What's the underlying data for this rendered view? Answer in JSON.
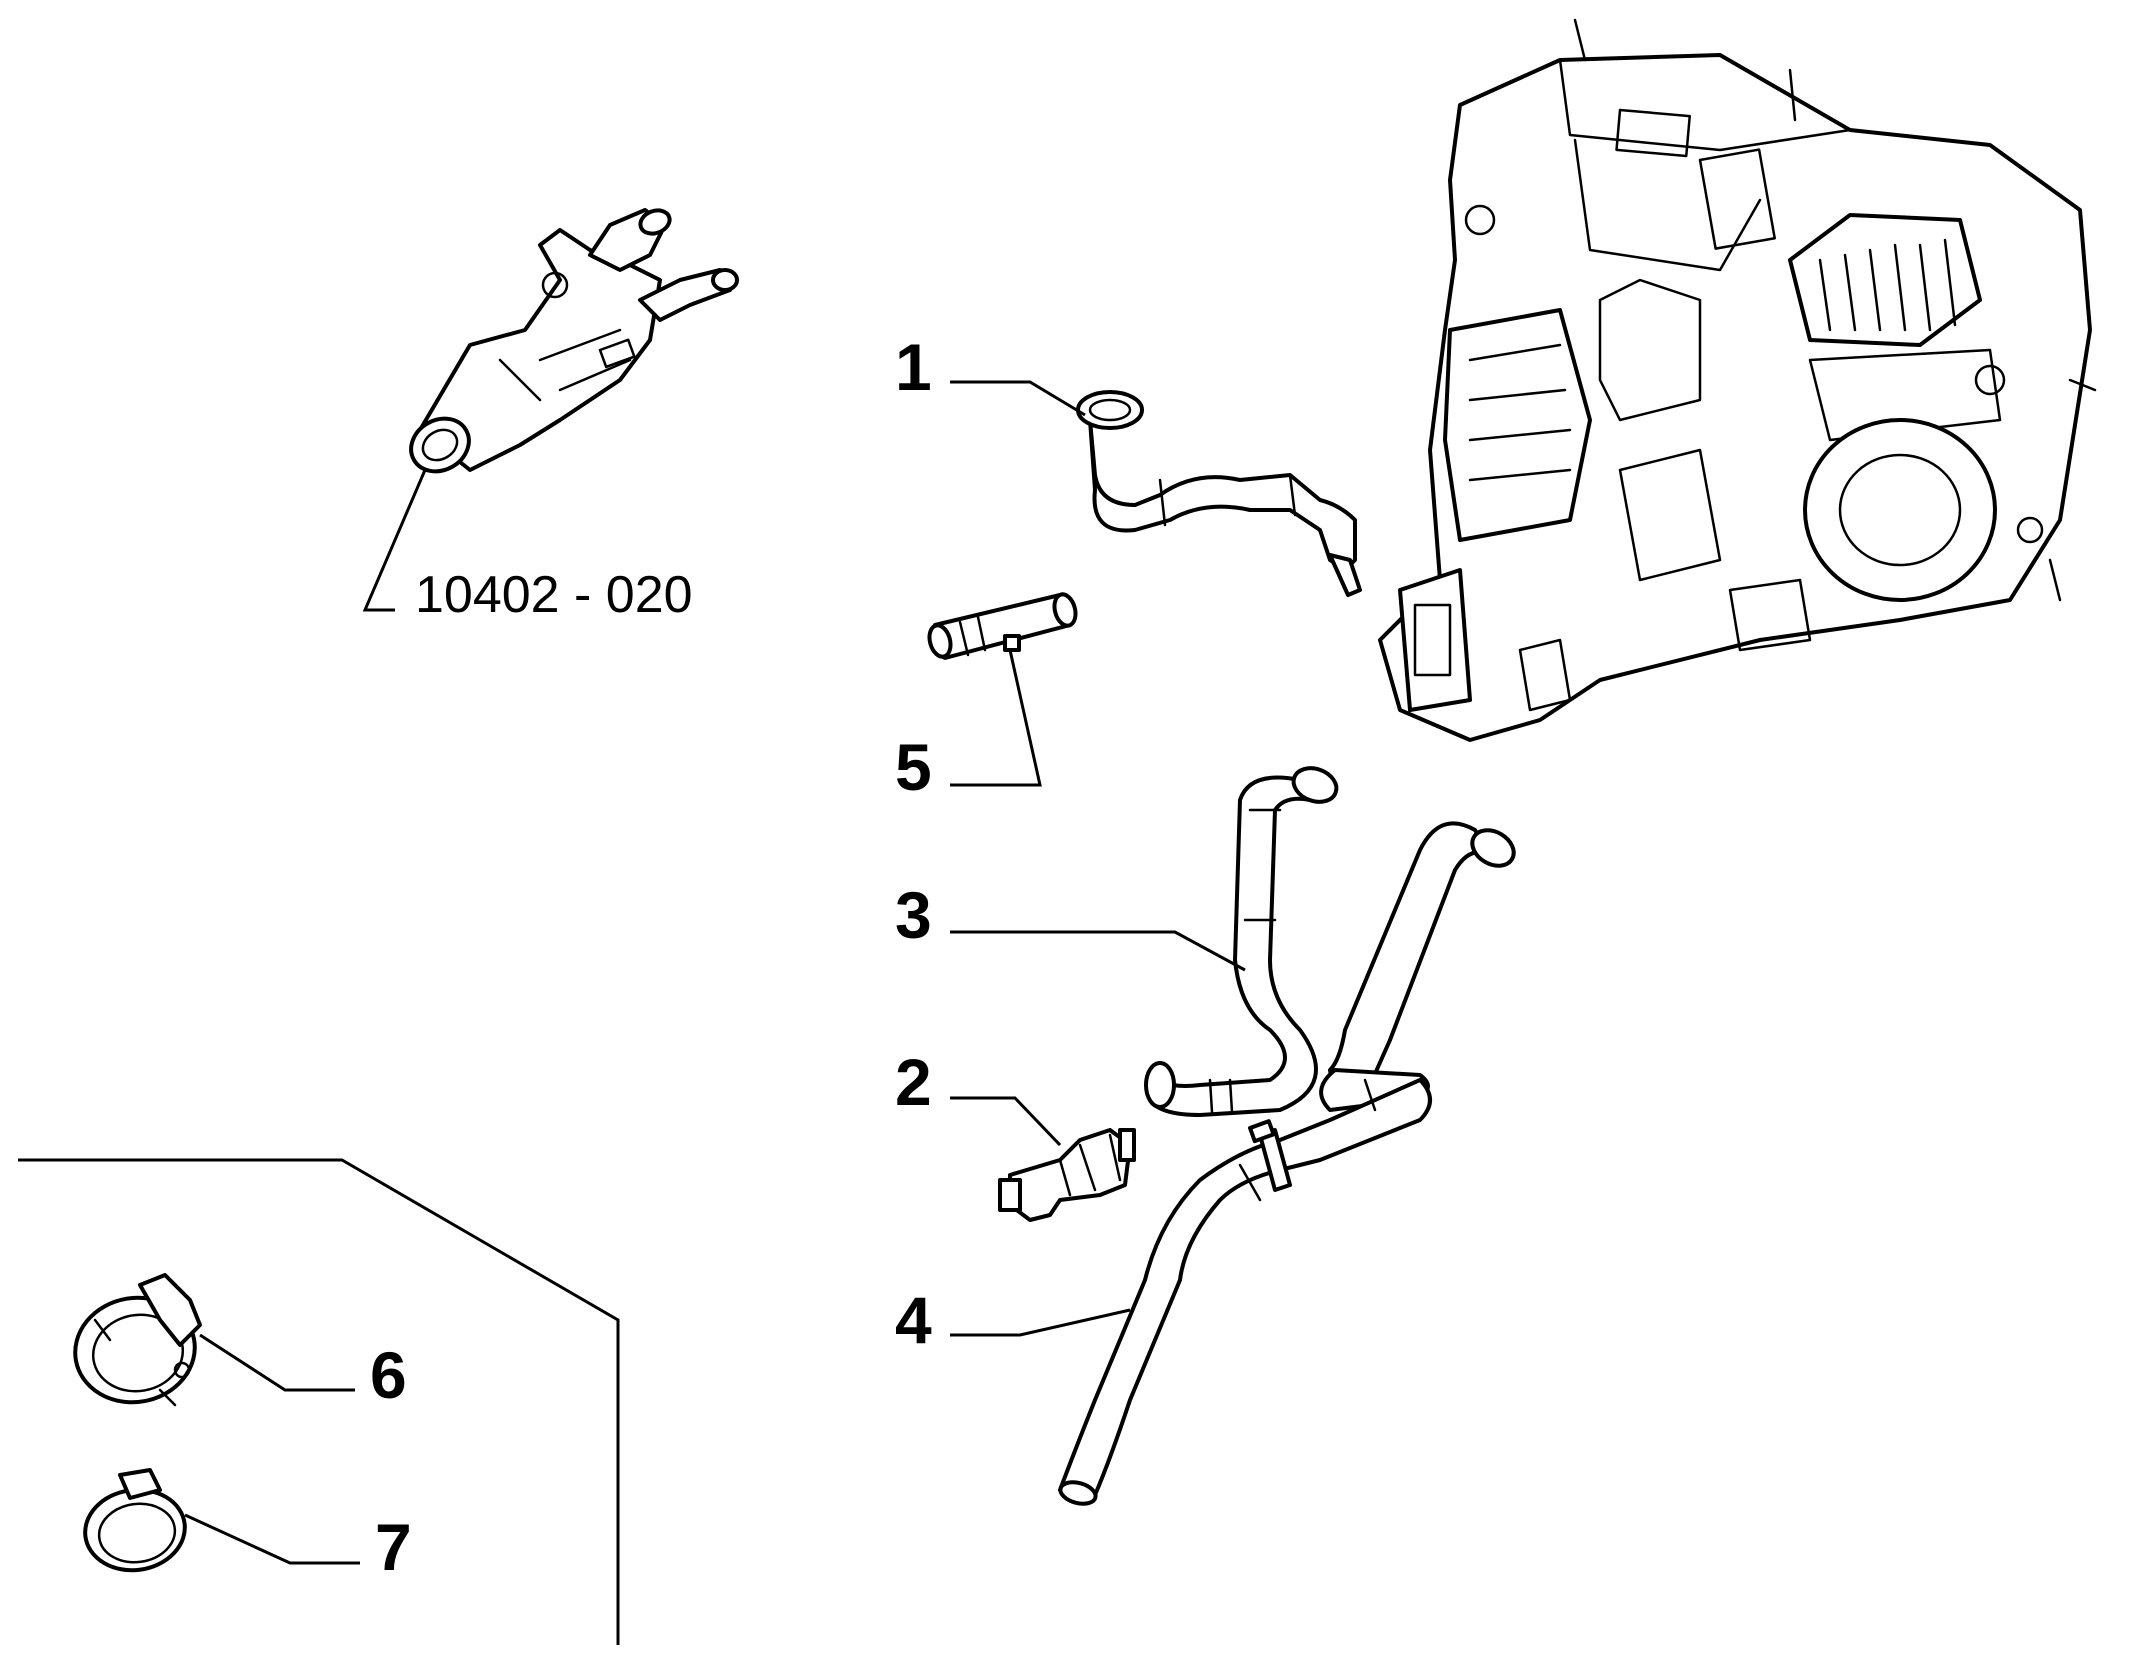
{
  "diagram": {
    "reference_label": "10402 - 020",
    "callouts": {
      "c1": "1",
      "c2": "2",
      "c3": "3",
      "c4": "4",
      "c5": "5",
      "c6": "6",
      "c7": "7"
    },
    "line_color": "#000000",
    "background_color": "#ffffff"
  }
}
